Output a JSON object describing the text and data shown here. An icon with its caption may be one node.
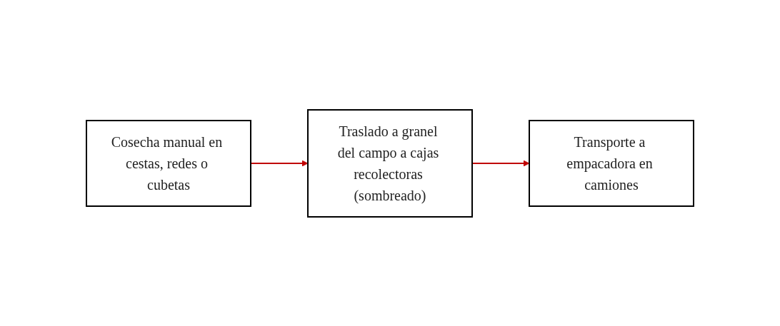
{
  "diagram": {
    "nodes": [
      {
        "text": [
          "Cosecha manual en cestas, redes o cubetas"
        ]
      },
      {
        "text": [
          "Traslado a granel del campo a cajas recolectoras (sombreado)"
        ]
      },
      {
        "text": [
          "Transporte a empacadora en camiones"
        ]
      }
    ],
    "edges": [
      {
        "from": 0,
        "to": 1,
        "arrow": "to"
      },
      {
        "from": 1,
        "to": 2,
        "arrow": "to"
      }
    ]
  }
}
